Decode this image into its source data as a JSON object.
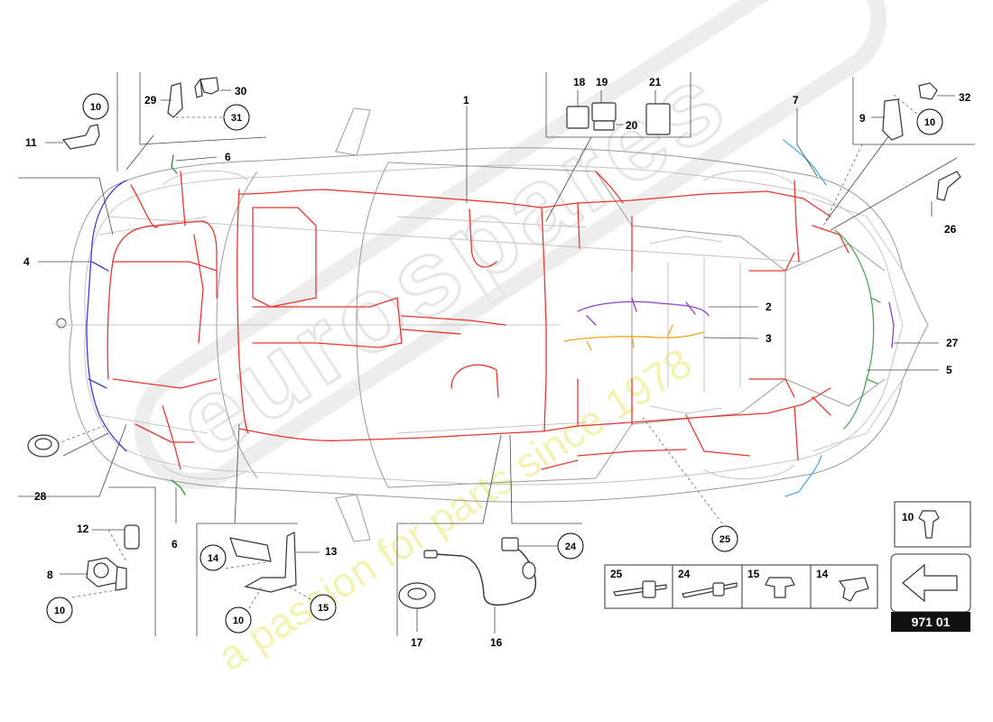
{
  "diagram_number": "971 01",
  "watermark": {
    "brand": "eurospares",
    "tagline": "a passion for parts since 1978"
  },
  "colors": {
    "main_harness": "#e8352e",
    "front_harness": "#3b3bd6",
    "interior_harness": "#8a3fd6",
    "seat_harness": "#f5a31c",
    "rear_harness": "#4ea455",
    "engine_harness": "#4aaee0",
    "small_harness": "#2e8b3a"
  },
  "callouts": {
    "n1": "1",
    "n2": "2",
    "n3": "3",
    "n4": "4",
    "n5": "5",
    "n6a": "6",
    "n6b": "6",
    "n7": "7",
    "n8": "8",
    "n9": "9",
    "c10a": "10",
    "c10b": "10",
    "c10c": "10",
    "c10d": "10",
    "n10e": "10",
    "n11": "11",
    "n12": "12",
    "n13": "13",
    "c14": "14",
    "c15": "15",
    "n16": "16",
    "n17": "17",
    "n18": "18",
    "n19": "19",
    "n20": "20",
    "n21": "21",
    "c24": "24",
    "c25": "25",
    "n26": "26",
    "n27": "27",
    "n28": "28",
    "n29": "29",
    "n30": "30",
    "c31": "31",
    "n32": "32"
  },
  "legend": [
    {
      "id": "25",
      "icon": "cable-tie-clip-icon"
    },
    {
      "id": "24",
      "icon": "cable-tie-icon"
    },
    {
      "id": "15",
      "icon": "expanding-clip-icon"
    },
    {
      "id": "14",
      "icon": "edge-clip-icon"
    }
  ],
  "bolt_box_label": "10",
  "icons": {
    "bolt": "bolt-icon",
    "arrow": "left-arrow-icon",
    "grommet": "grommet-icon",
    "sensor": "sensor-icon",
    "relay": "relay-icon",
    "bracket": "bracket-icon"
  }
}
